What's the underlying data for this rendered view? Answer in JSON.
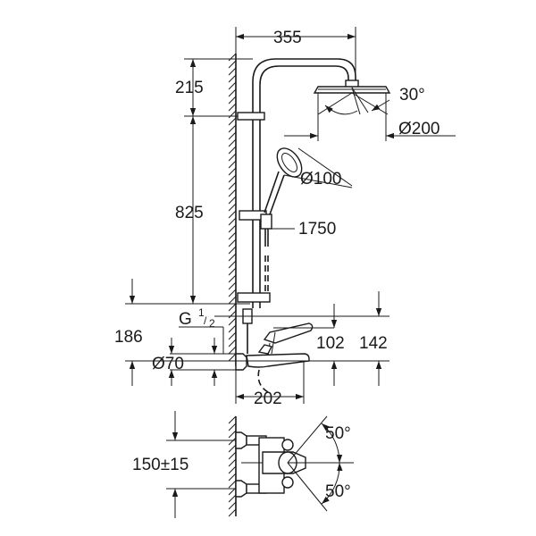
{
  "diagram": {
    "labels": {
      "top_width": "355",
      "head_height": "215",
      "angle_head": "30°",
      "head_diameter": "Ø200",
      "hand_diameter": "Ø100",
      "rail_height": "825",
      "total_height": "1750",
      "inlet_thread_main": "G",
      "inlet_thread_num": "1",
      "inlet_thread_den": "2",
      "mixer_height": "186",
      "spout_height": "102",
      "lever_height": "142",
      "body_diameter": "Ø70",
      "projection": "202",
      "lever_angle_up": "50°",
      "inlet_spacing": "150±15",
      "lever_angle_down": "50°"
    }
  }
}
